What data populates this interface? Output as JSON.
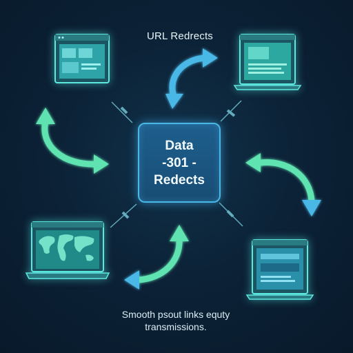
{
  "diagram": {
    "heading": "URL Redrects",
    "center": {
      "line1": "Data",
      "line2": "-301 -",
      "line3": "Redects"
    },
    "caption": {
      "line1": "Smooth psout links equty",
      "line2": "transmissions."
    }
  },
  "colors": {
    "background": "#0c2237",
    "box_border": "#4ab8e6",
    "box_fill": "#1e5f8e",
    "arrow_green": "#5fe3b0",
    "arrow_blue": "#4ab8e6",
    "screen_teal": "#2fa6a6"
  }
}
